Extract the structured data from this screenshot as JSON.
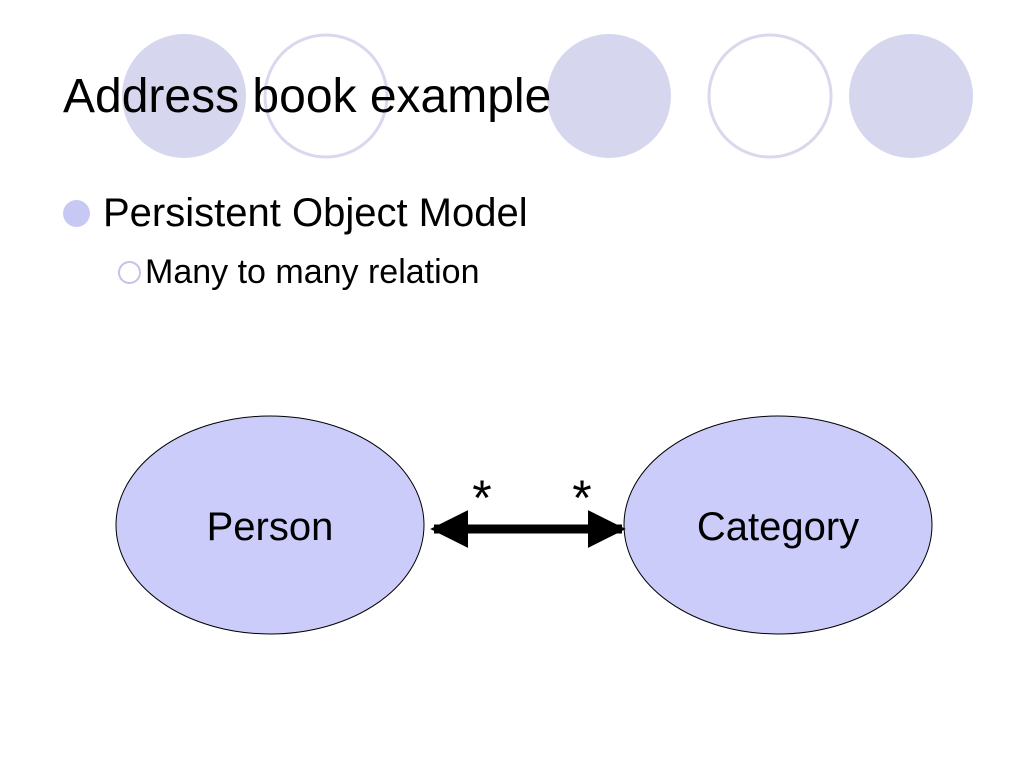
{
  "colors": {
    "accent_fill": "#d6d6ee",
    "accent_ring": "#d8d8ee",
    "node_fill": "#ccccfa",
    "bullet_fill": "#c8c8f4",
    "arrow": "#000000"
  },
  "slide": {
    "title": "Address book example",
    "bullets": [
      {
        "text": "Persistent Object Model",
        "sub": [
          {
            "text": "Many to many relation"
          }
        ]
      }
    ]
  },
  "diagram": {
    "nodes": [
      {
        "id": "person",
        "label": "Person"
      },
      {
        "id": "category",
        "label": "Category"
      }
    ],
    "edges": [
      {
        "from": "person",
        "to": "category",
        "arrow": "both",
        "from_multiplicity": "*",
        "to_multiplicity": "*"
      }
    ]
  }
}
